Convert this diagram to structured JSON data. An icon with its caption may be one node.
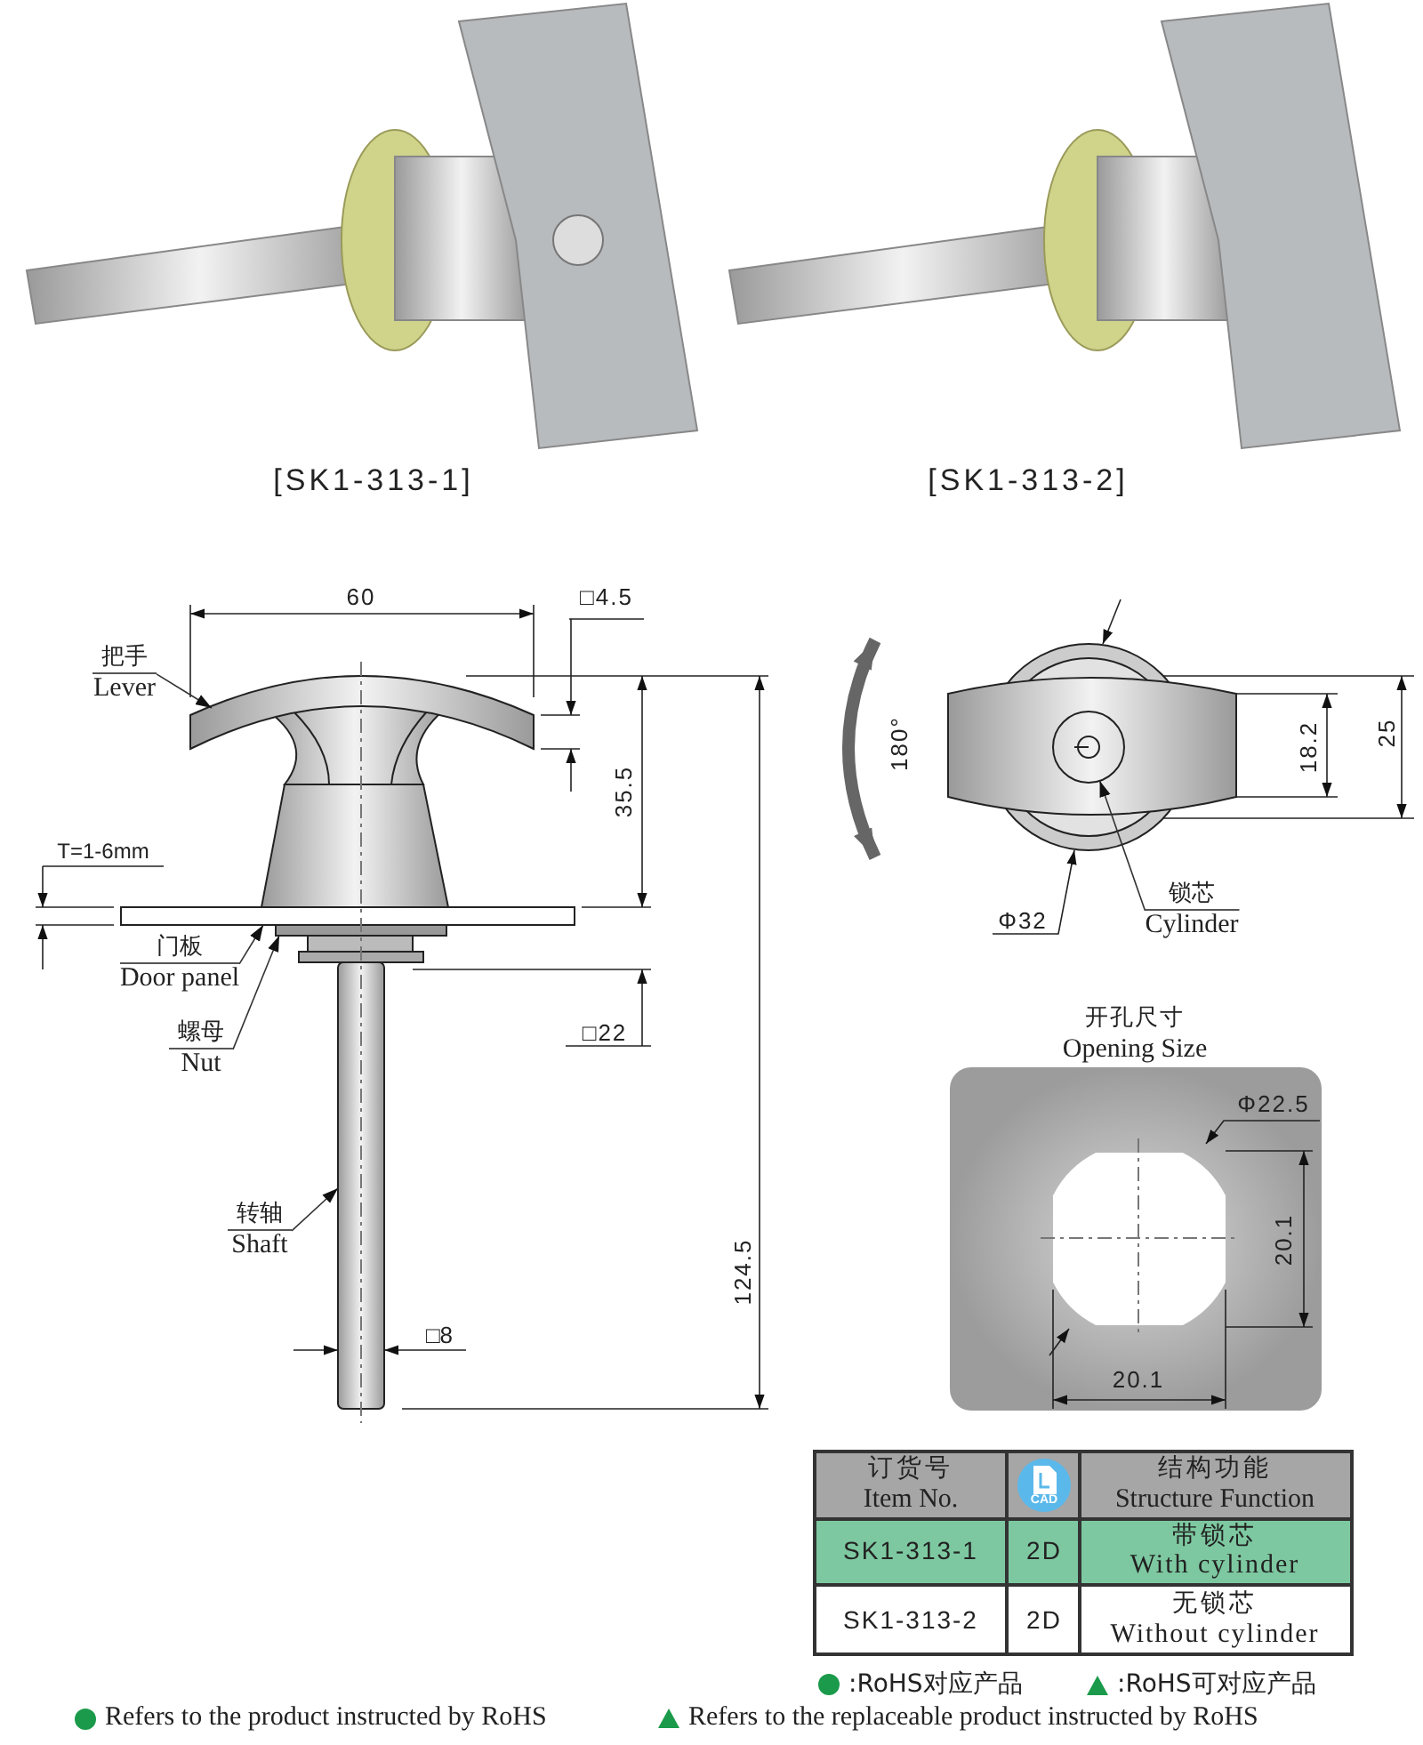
{
  "diagram": {
    "nodes": [
      {
        "text": [
          "把手",
          "Lever"
        ]
      },
      {
        "text": [],
        "shape": "picture"
      },
      {
        "text": [
          "门板",
          "Door panel"
        ]
      },
      {
        "text": [],
        "shape": "bar"
      },
      {
        "text": [
          "螺母",
          "Nut"
        ]
      },
      {
        "text": [],
        "shape": "box"
      },
      {
        "text": [
          "转轴",
          "Shaft"
        ]
      },
      {
        "text": [],
        "shape": "bar"
      },
      {
        "text": [
          "锁芯",
          "Cylinder"
        ]
      },
      {
        "text": [],
        "shape": "circle"
      }
    ],
    "edges": [
      {
        "from": 0,
        "to": 1,
        "arrow": "to"
      },
      {
        "from": 2,
        "to": 3,
        "arrow": "to"
      },
      {
        "from": 4,
        "to": 5,
        "arrow": "to"
      },
      {
        "from": 6,
        "to": 7,
        "arrow": "to"
      },
      {
        "from": 8,
        "to": 9,
        "arrow": "to"
      }
    ],
    "labels": [
      "[SK1-313-1]",
      "[SK1-313-2]",
      "60",
      "□4.5",
      "180°",
      "35.5",
      "18.2",
      "25",
      "T=1-6mm",
      "Φ32",
      "□22",
      "开孔尺寸",
      "Opening Size",
      "Φ22.5",
      "20.1",
      "124.5",
      "20.1",
      "□8",
      "订货号",
      "Item No.",
      "CAD",
      "结构功能",
      "Structure Function",
      "SK1-313-1",
      "2D",
      "带锁芯",
      "With cylinder",
      "SK1-313-2",
      "2D",
      "无锁芯",
      "Without cylinder"
    ],
    "legend": [
      {
        "text": ":RoHS对应产品",
        "color": "#1a9a4a"
      },
      {
        "text": ":RoHS可对应产品"
      },
      {
        "text": "Refers to the product instructed by RoHS",
        "color": "#1a9a4a"
      },
      {
        "text": "Refers to the replaceable product instructed by RoHS"
      }
    ]
  }
}
